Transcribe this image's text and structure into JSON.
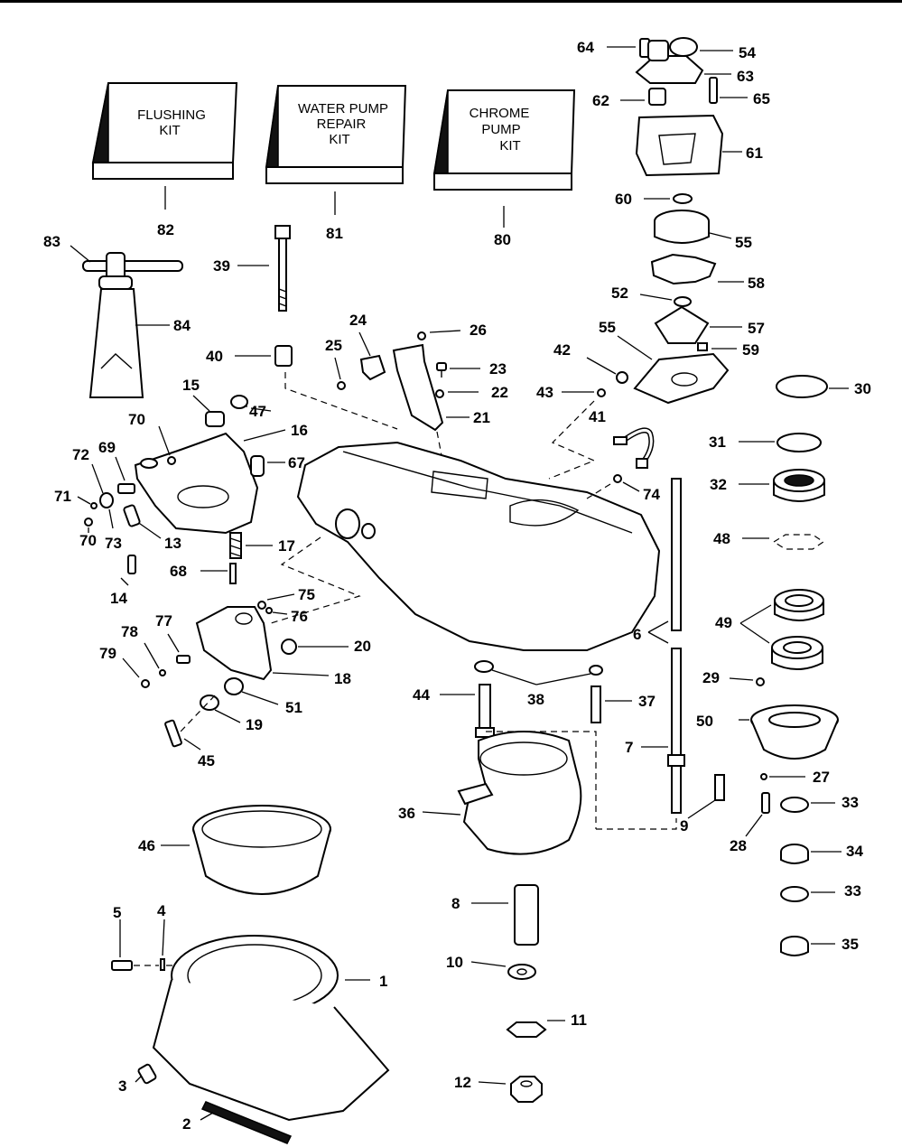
{
  "kits": [
    {
      "id": "flushing",
      "lines": [
        "FLUSHING",
        "KIT"
      ],
      "number": "82"
    },
    {
      "id": "water-pump",
      "lines": [
        "WATER PUMP",
        "REPAIR",
        "KIT"
      ],
      "number": "81"
    },
    {
      "id": "chrome-pump",
      "lines": [
        "CHROME",
        "PUMP",
        "KIT"
      ],
      "number": "80"
    }
  ],
  "callouts": {
    "p1": "1",
    "p2": "2",
    "p3": "3",
    "p4": "4",
    "p5": "5",
    "p6": "6",
    "p7": "7",
    "p8": "8",
    "p9": "9",
    "p10": "10",
    "p11": "11",
    "p12": "12",
    "p13": "13",
    "p14": "14",
    "p15": "15",
    "p16": "16",
    "p17": "17",
    "p18": "18",
    "p19": "19",
    "p20": "20",
    "p21": "21",
    "p22": "22",
    "p23": "23",
    "p24": "24",
    "p25": "25",
    "p26": "26",
    "p27": "27",
    "p28": "28",
    "p29": "29",
    "p30": "30",
    "p31": "31",
    "p32": "32",
    "p33a": "33",
    "p33b": "33",
    "p34": "34",
    "p35": "35",
    "p36": "36",
    "p37": "37",
    "p38": "38",
    "p39": "39",
    "p40": "40",
    "p41": "41",
    "p42": "42",
    "p43": "43",
    "p44": "44",
    "p45": "45",
    "p46": "46",
    "p47": "47",
    "p48": "48",
    "p49": "49",
    "p50": "50",
    "p51": "51",
    "p52": "52",
    "p54": "54",
    "p55a": "55",
    "p55b": "55",
    "p57": "57",
    "p58": "58",
    "p59": "59",
    "p60": "60",
    "p61": "61",
    "p62": "62",
    "p63": "63",
    "p64": "64",
    "p65": "65",
    "p67": "67",
    "p68": "68",
    "p69": "69",
    "p70a": "70",
    "p70b": "70",
    "p71": "71",
    "p72": "72",
    "p73": "73",
    "p74": "74",
    "p75": "75",
    "p76": "76",
    "p77": "77",
    "p78": "78",
    "p79": "79",
    "p83": "83",
    "p84": "84"
  }
}
